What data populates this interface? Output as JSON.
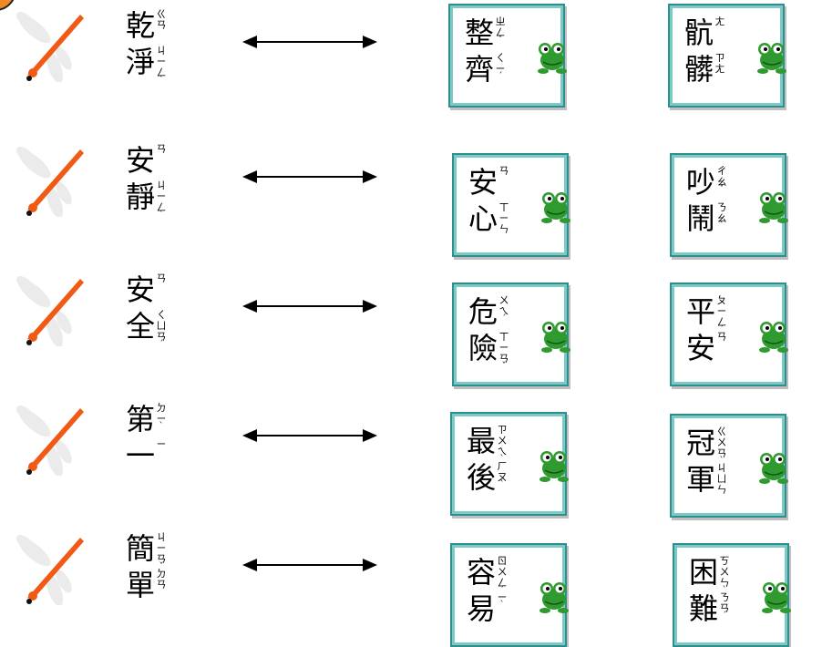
{
  "rows": [
    {
      "left_word": [
        {
          "han": "乾",
          "zy": [
            "ㄍ",
            "ㄢ"
          ],
          "tone": ""
        },
        {
          "han": "淨",
          "zy": [
            "ㄐ",
            "ㄧ",
            "ㄥ"
          ],
          "tone": "ˋ"
        }
      ],
      "card1": [
        {
          "han": "整",
          "zy": [
            "ㄓ",
            "ㄥ"
          ],
          "tone": "ˇ"
        },
        {
          "han": "齊",
          "zy": [
            "ㄑ",
            "ㄧ"
          ],
          "tone": "ˊ"
        }
      ],
      "card2": [
        {
          "han": "骯",
          "zy": [
            "ㄤ"
          ],
          "tone": ""
        },
        {
          "han": "髒",
          "zy": [
            "ㄗ",
            "ㄤ"
          ],
          "tone": ""
        }
      ]
    },
    {
      "left_word": [
        {
          "han": "安",
          "zy": [
            "ㄢ"
          ],
          "tone": ""
        },
        {
          "han": "靜",
          "zy": [
            "ㄐ",
            "ㄧ",
            "ㄥ"
          ],
          "tone": "ˋ"
        }
      ],
      "card1": [
        {
          "han": "安",
          "zy": [
            "ㄢ"
          ],
          "tone": ""
        },
        {
          "han": "心",
          "zy": [
            "ㄒ",
            "ㄧ",
            "ㄣ"
          ],
          "tone": ""
        }
      ],
      "card2": [
        {
          "han": "吵",
          "zy": [
            "ㄔ",
            "ㄠ"
          ],
          "tone": "ˇ"
        },
        {
          "han": "鬧",
          "zy": [
            "ㄋ",
            "ㄠ"
          ],
          "tone": "ˋ"
        }
      ]
    },
    {
      "left_word": [
        {
          "han": "安",
          "zy": [
            "ㄢ"
          ],
          "tone": ""
        },
        {
          "han": "全",
          "zy": [
            "ㄑ",
            "ㄩ",
            "ㄢ"
          ],
          "tone": "ˊ"
        }
      ],
      "card1": [
        {
          "han": "危",
          "zy": [
            "ㄨ",
            "ㄟ"
          ],
          "tone": "ˊ"
        },
        {
          "han": "險",
          "zy": [
            "ㄒ",
            "ㄧ",
            "ㄢ"
          ],
          "tone": "ˇ"
        }
      ],
      "card2": [
        {
          "han": "平",
          "zy": [
            "ㄆ",
            "ㄧ",
            "ㄥ"
          ],
          "tone": "ˊ"
        },
        {
          "han": "安",
          "zy": [
            "ㄢ"
          ],
          "tone": ""
        }
      ]
    },
    {
      "left_word": [
        {
          "han": "第",
          "zy": [
            "ㄉ",
            "ㄧ"
          ],
          "tone": "ˋ"
        },
        {
          "han": "一",
          "zy": [
            "ㄧ"
          ],
          "tone": ""
        }
      ],
      "card1": [
        {
          "han": "最",
          "zy": [
            "ㄗ",
            "ㄨ",
            "ㄟ"
          ],
          "tone": "ˋ"
        },
        {
          "han": "後",
          "zy": [
            "ㄏ",
            "ㄡ"
          ],
          "tone": "ˋ"
        }
      ],
      "card2": [
        {
          "han": "冠",
          "zy": [
            "ㄍ",
            "ㄨ",
            "ㄢ"
          ],
          "tone": "ˋ"
        },
        {
          "han": "軍",
          "zy": [
            "ㄐ",
            "ㄩ",
            "ㄣ"
          ],
          "tone": ""
        }
      ]
    },
    {
      "left_word": [
        {
          "han": "簡",
          "zy": [
            "ㄐ",
            "ㄧ",
            "ㄢ"
          ],
          "tone": "ˇ"
        },
        {
          "han": "單",
          "zy": [
            "ㄉ",
            "ㄢ"
          ],
          "tone": ""
        }
      ],
      "card1": [
        {
          "han": "容",
          "zy": [
            "ㄖ",
            "ㄨ",
            "ㄥ"
          ],
          "tone": "ˊ"
        },
        {
          "han": "易",
          "zy": [
            "ㄧ"
          ],
          "tone": "ˋ"
        }
      ],
      "card2": [
        {
          "han": "困",
          "zy": [
            "ㄎ",
            "ㄨ",
            "ㄣ"
          ],
          "tone": "ˋ"
        },
        {
          "han": "難",
          "zy": [
            "ㄋ",
            "ㄢ"
          ],
          "tone": "ˊ"
        }
      ]
    }
  ],
  "icons": {
    "dragonfly": "dragonfly-icon",
    "frog": "frog-icon",
    "arrow": "double-arrow-icon"
  },
  "colors": {
    "card_border": "#2e8f8c",
    "dragonfly_body": "#f05a14",
    "frog_green": "#2f9a2f",
    "corner_circle": "#f08a24"
  }
}
